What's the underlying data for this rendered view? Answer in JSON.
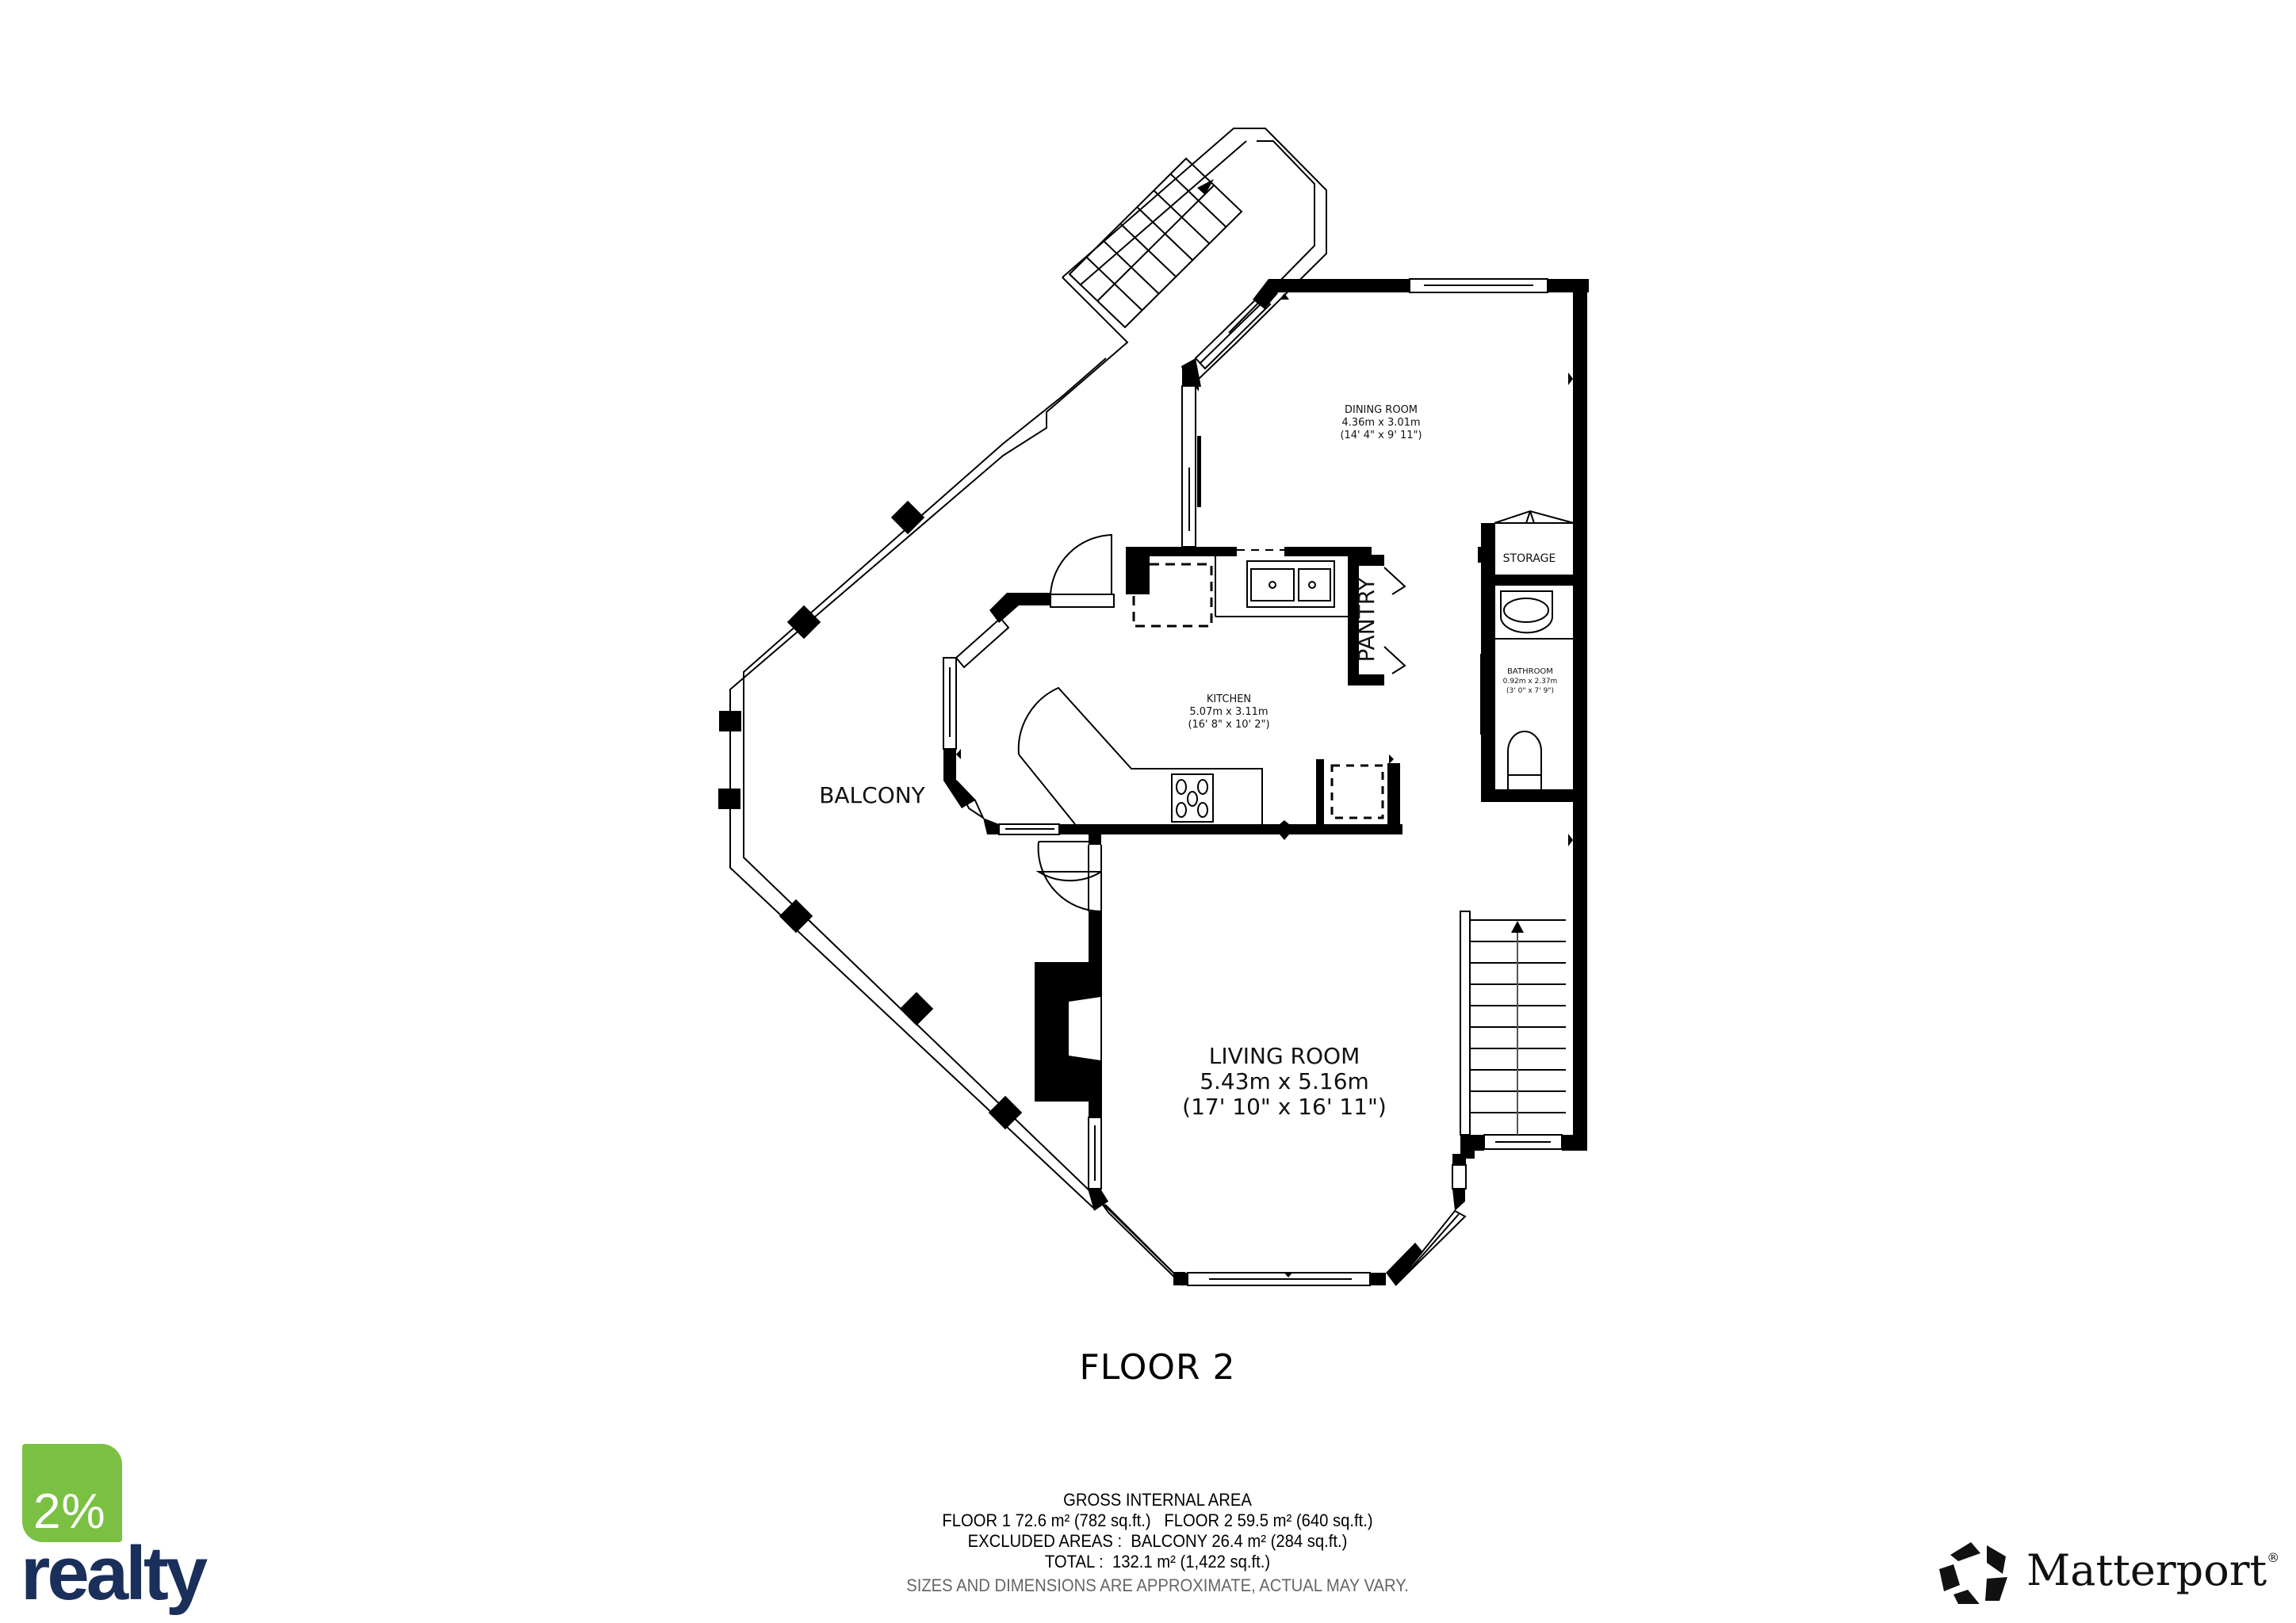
{
  "floor": {
    "title": "FLOOR 2"
  },
  "rooms": [
    {
      "name": "DINING ROOM",
      "metric": "4.36m x 3.01m",
      "imperial": "(14' 4\" x 9' 11\")"
    },
    {
      "name": "KITCHEN",
      "metric": "5.07m x 3.11m",
      "imperial": "(16' 8\" x 10' 2\")"
    },
    {
      "name": "BATHROOM",
      "metric": "0.92m x 2.37m",
      "imperial": "(3' 0\" x 7' 9\")"
    },
    {
      "name": "LIVING ROOM",
      "metric": "5.43m x 5.16m",
      "imperial": "(17' 10\" x 16' 11\")"
    },
    {
      "name": "STORAGE"
    },
    {
      "name": "PANTRY"
    },
    {
      "name": "BALCONY"
    }
  ],
  "area_summary": {
    "heading": "GROSS INTERNAL AREA",
    "floors_line": "FLOOR 1 72.6 m² (782 sq.ft.)   FLOOR 2 59.5 m² (640 sq.ft.)",
    "excluded_line": "EXCLUDED AREAS :  BALCONY 26.4 m² (284 sq.ft.)",
    "total_line": "TOTAL :  132.1 m² (1,422 sq.ft.)",
    "disclaimer": "SIZES AND DIMENSIONS ARE APPROXIMATE, ACTUAL MAY VARY."
  },
  "branding": {
    "agency_percent": "2%",
    "agency_word": "realty",
    "agency_color": "#7ac143",
    "agency_text_color": "#1b2f5b",
    "provider": "Matterport",
    "provider_mark": "®"
  },
  "fixtures": {
    "stairs_icon": "staircase-icon",
    "sink_icon": "double-sink-icon",
    "cooktop_icon": "cooktop-icon",
    "toilet_icon": "toilet-icon",
    "basin_icon": "basin-icon",
    "fireplace_icon": "fireplace-icon",
    "door_icon": "door-swing-icon",
    "window_icon": "window-icon"
  }
}
